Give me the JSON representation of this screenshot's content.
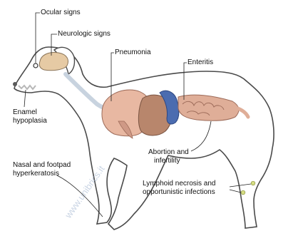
{
  "labels": {
    "ocular": "Ocular signs",
    "neurologic": "Neurologic signs",
    "pneumonia": "Pneumonia",
    "enteritis": "Enteritis",
    "enamel_1": "Enamel",
    "enamel_2": "hypoplasia",
    "abortion_1": "Abortion and",
    "abortion_2": "infertility",
    "nasal_1": "Nasal and footpad",
    "nasal_2": "hyperkeratosis",
    "lymphoid_1": "Lymphoid necrosis and",
    "lymphoid_2": "opportunistic infections"
  },
  "watermark": "www.unibrics.it",
  "colors": {
    "outline": "#4a4a4a",
    "brain": "#e6caa4",
    "lung": "#e8b8a2",
    "liver": "#b8866c",
    "stomach": "#4b6cb0",
    "intestine": "#dfae98",
    "esophagus": "#c8d3df",
    "lymph_node": "#d6de84"
  }
}
